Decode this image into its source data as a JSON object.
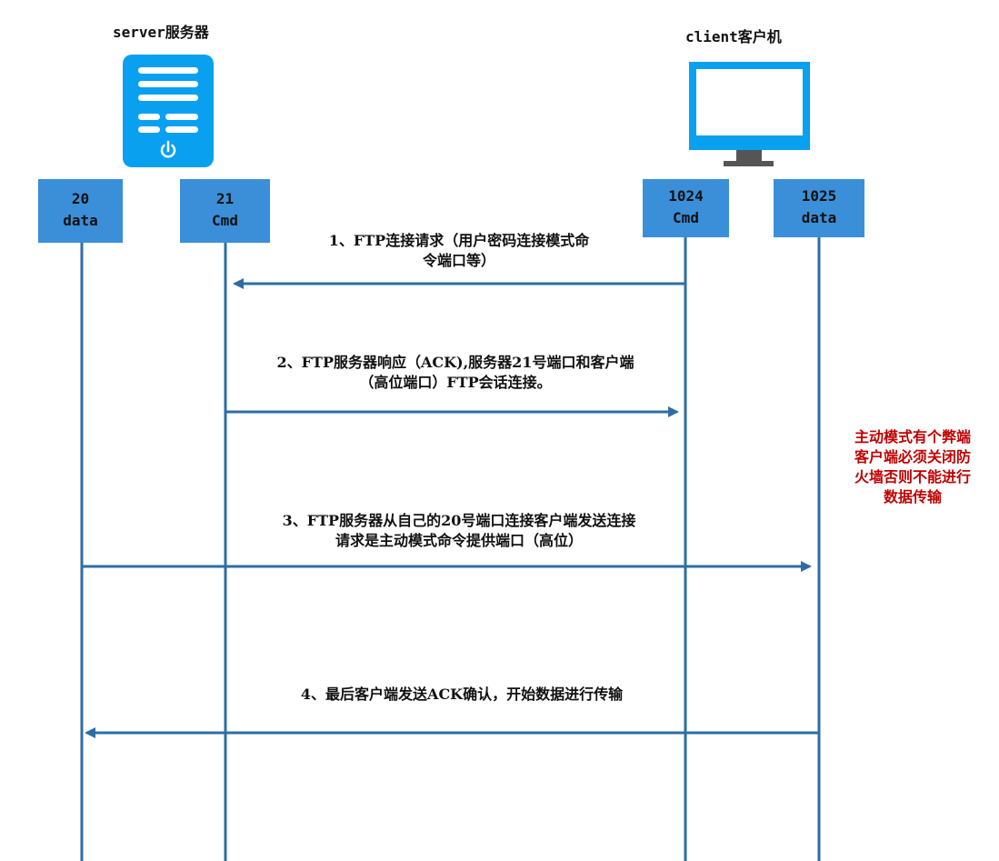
{
  "server": {
    "title": "server服务器",
    "icon": "server-icon"
  },
  "client": {
    "title": "client客户机",
    "icon": "monitor-icon"
  },
  "ports": [
    {
      "num": "20",
      "label": "data"
    },
    {
      "num": "21",
      "label": "Cmd"
    },
    {
      "num": "1024",
      "label": "Cmd"
    },
    {
      "num": "1025",
      "label": "data"
    }
  ],
  "messages": [
    {
      "line1": "1、FTP连接请求（用户密码连接模式命",
      "line2": "令端口等）"
    },
    {
      "line1": "2、FTP服务器响应（ACK),服务器21号端口和客户端",
      "line2": "（高位端口）FTP会话连接。"
    },
    {
      "line1": "3、FTP服务器从自己的20号端口连接客户端发送连接",
      "line2": "请求是主动模式命令提供端口（高位）"
    },
    {
      "line1": "4、最后客户端发送ACK确认，开始数据进行传输",
      "line2": ""
    }
  ],
  "note": {
    "lines": [
      "主动模式有个弊端",
      "客户端必须关闭防",
      "火墙否则不能进行",
      "数据传输"
    ]
  },
  "colors": {
    "blue": "#3a8fd8",
    "line": "#2e6da4",
    "icon": "#0aa0f0",
    "note": "#c00000"
  }
}
